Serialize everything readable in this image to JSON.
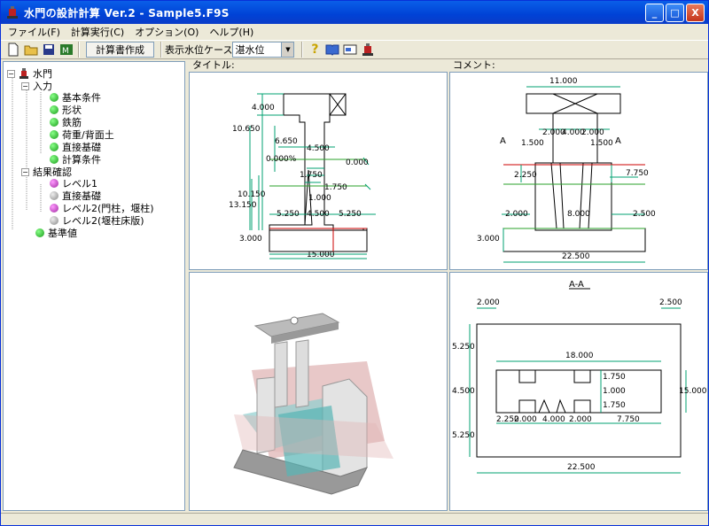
{
  "window": {
    "title": "水門の設計計算 Ver.2 - Sample5.F9S",
    "buttons": {
      "minimize": "_",
      "maximize": "□",
      "close": "X"
    }
  },
  "menu": [
    "ファイル(F)",
    "計算実行(C)",
    "オプション(O)",
    "ヘルプ(H)"
  ],
  "toolbar": {
    "report_label": "計算書作成",
    "case_label": "表示水位ケース",
    "case_value": "湛水位"
  },
  "tree": {
    "root": "水門",
    "input": {
      "label": "入力",
      "items": [
        "基本条件",
        "形状",
        "鉄筋",
        "荷重/背面土",
        "直接基礎",
        "計算条件"
      ]
    },
    "results": {
      "label": "結果確認",
      "items": [
        "レベル1",
        "直接基礎",
        "レベル2(門柱，堰柱)",
        "レベル2(堰柱床版)"
      ]
    },
    "base": "基準値"
  },
  "panels": {
    "title_label": "タイトル:",
    "comment_label": "コメント:",
    "plan_label": "A-A"
  },
  "front_dims": {
    "d1": "4.000",
    "d2": "10.650",
    "d3": "6.650",
    "d4": "4.500",
    "d5": "0.000%",
    "d6": "0.000",
    "d7": "1.750",
    "d8": "1.750",
    "d9": "1.000",
    "d10": "10.150",
    "d11": "13.150",
    "d12": "5.250",
    "d13": "4.500",
    "d14": "5.250",
    "d15": "3.000",
    "d16": "15.000"
  },
  "side_dims": {
    "d1": "11.000",
    "d2": "2.000",
    "d3": "4.000",
    "d4": "2.000",
    "d5": "1.500",
    "d6": "1.500",
    "d7": "2.250",
    "d8": "7.750",
    "d9": "2.000",
    "d10": "8.000",
    "d11": "2.500",
    "d12": "3.000",
    "d13": "22.500",
    "secA1": "A",
    "secA2": "A"
  },
  "plan_dims": {
    "d1": "2.000",
    "d2": "2.500",
    "d3": "18.000",
    "d4": "5.250",
    "d5": "1.750",
    "d6": "1.000",
    "d7": "1.750",
    "d8": "4.500",
    "d9": "15.000",
    "d10": "2.250",
    "d11": "2.000",
    "d12": "4.000",
    "d13": "2.000",
    "d14": "7.750",
    "d15": "5.250",
    "d16": "22.500"
  }
}
